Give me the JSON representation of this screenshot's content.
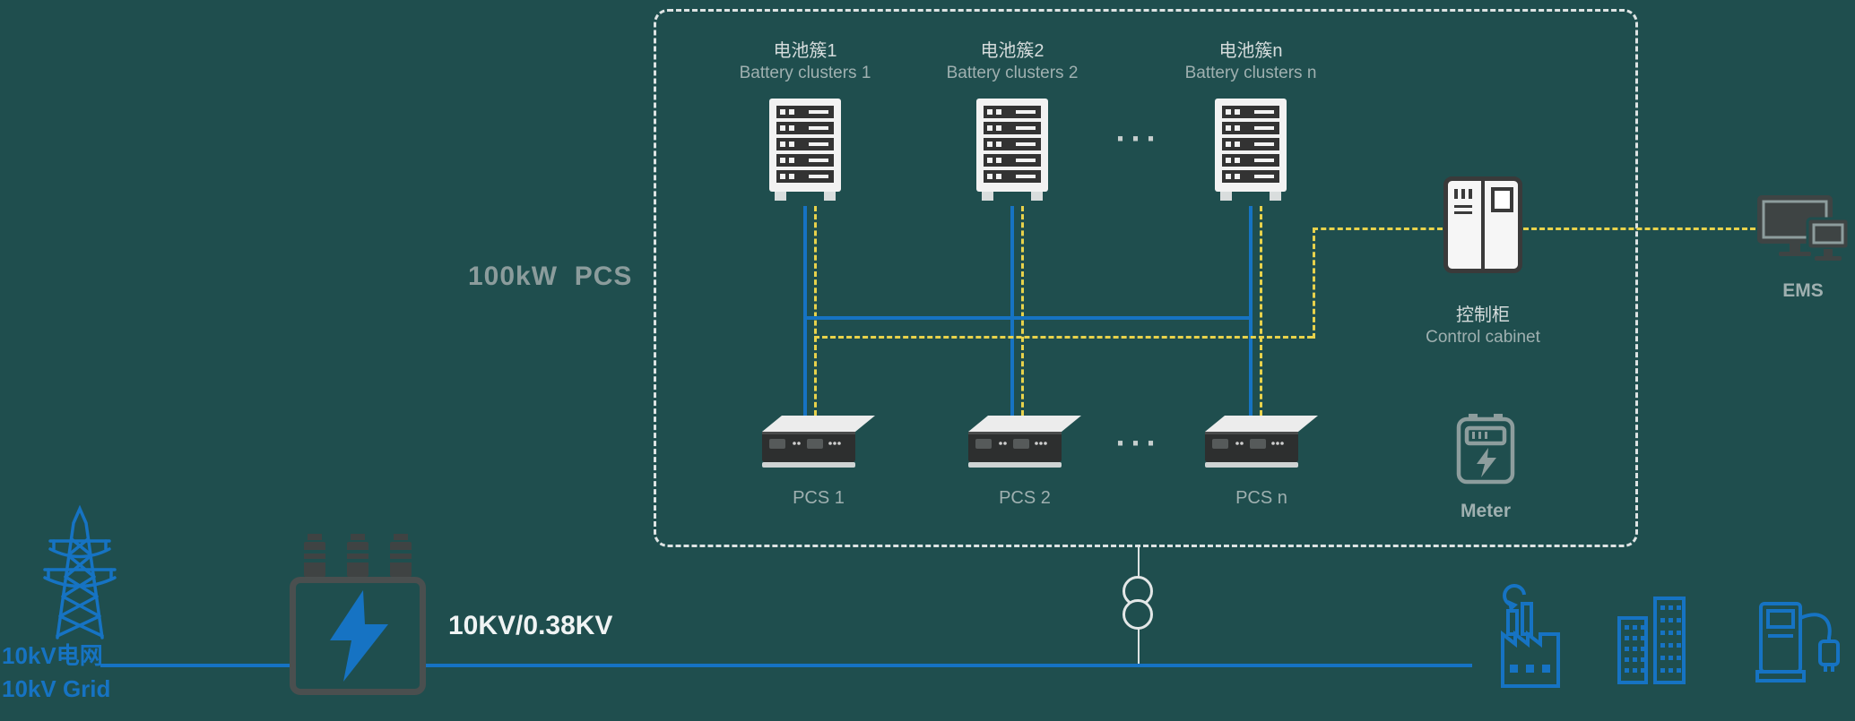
{
  "colors": {
    "background": "#1f4e4e",
    "power_line_blue": "#1673c3",
    "comm_line_yellow": "#e8d24b",
    "boundary_white": "#dde3e3",
    "muted_text": "#9fb0b0",
    "bright_text": "#f0f4f4"
  },
  "box": {
    "pcs_system_label": "100kW  PCS"
  },
  "clusters": [
    {
      "zh": "电池簇1",
      "en": "Battery clusters 1"
    },
    {
      "zh": "电池簇2",
      "en": "Battery clusters 2"
    },
    {
      "zh": "电池簇n",
      "en": "Battery clusters n"
    }
  ],
  "clusters_ellipsis": "···",
  "pcs": [
    {
      "label": "PCS 1"
    },
    {
      "label": "PCS 2"
    },
    {
      "label": "PCS n"
    }
  ],
  "pcs_ellipsis": "···",
  "control_cabinet": {
    "zh": "控制柜",
    "en": "Control cabinet"
  },
  "meter_label": "Meter",
  "ems_label": "EMS",
  "grid_label": {
    "zh": "10kV电网",
    "en": "10kV Grid"
  },
  "transformer_ratio": "10KV/0.38KV"
}
